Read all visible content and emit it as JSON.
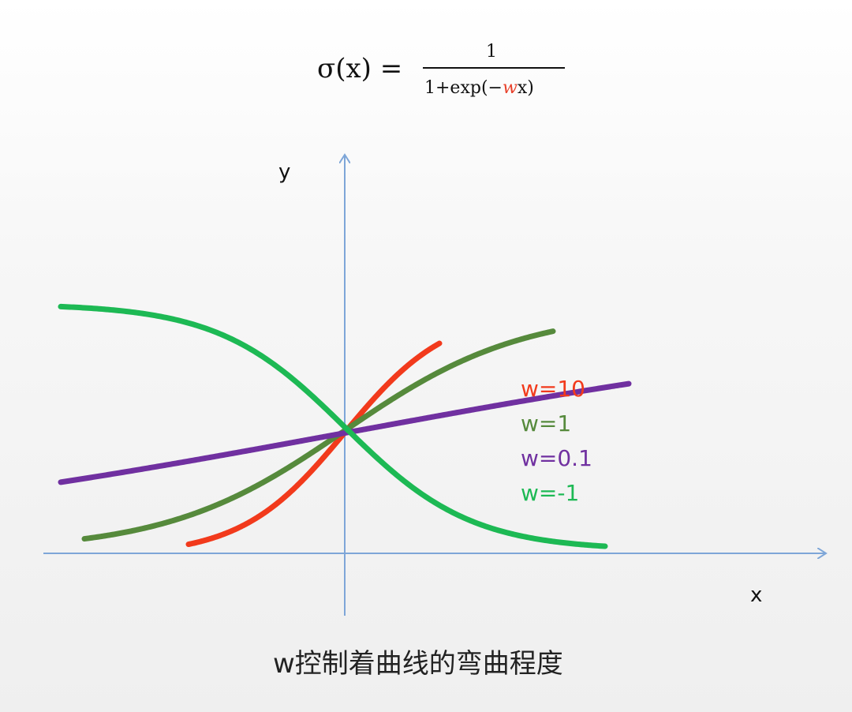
{
  "formula": {
    "lhs": "σ(x) =",
    "numerator": "1",
    "den_prefix": "1+exp(−",
    "den_param": "w",
    "den_suffix": "x)",
    "param_color": "#e8402a"
  },
  "caption": "w控制着曲线的弯曲程度",
  "colors": {
    "axis": "#7ea6d8",
    "red": "#f23a1c",
    "darkgreen": "#568a3c",
    "purple": "#7030a0",
    "green": "#1db954"
  },
  "chart_data": {
    "type": "line",
    "xlabel": "x",
    "ylabel": "y",
    "grid": false,
    "legend_position": "right",
    "series": [
      {
        "name": "w=10",
        "w": 10,
        "color": "#f23a1c",
        "x_range": [
          -3.3,
          2.0
        ]
      },
      {
        "name": "w=1",
        "w": 1,
        "color": "#568a3c",
        "x_range": [
          -5.5,
          4.4
        ]
      },
      {
        "name": "w=0.1",
        "w": 0.1,
        "color": "#7030a0",
        "x_range": [
          -6.0,
          6.0
        ]
      },
      {
        "name": "w=-1",
        "w": -1,
        "color": "#1db954",
        "x_range": [
          -6.0,
          5.5
        ]
      }
    ],
    "legend": [
      "w=10",
      "w=1",
      "w=0.1",
      "w=-1"
    ]
  }
}
